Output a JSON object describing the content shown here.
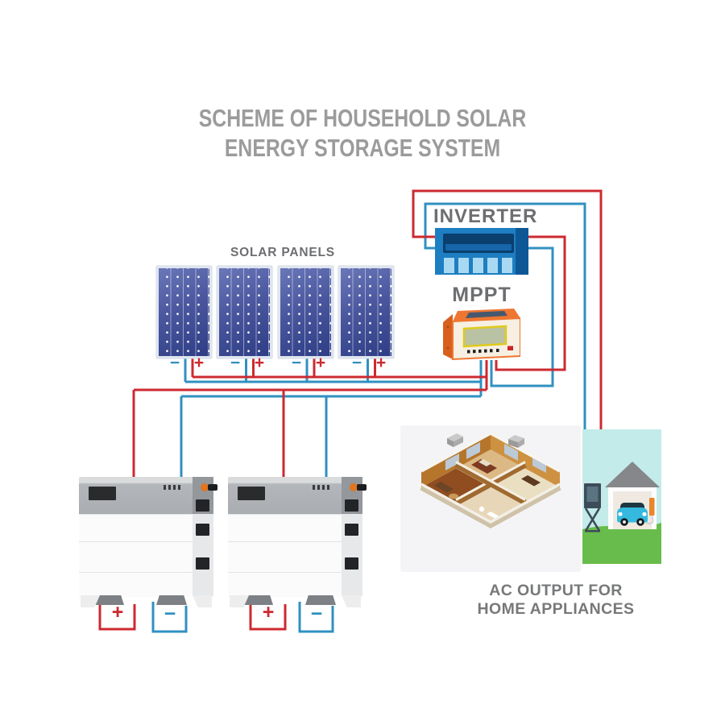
{
  "title": {
    "line1": "SCHEME OF HOUSEHOLD SOLAR",
    "line2": "ENERGY STORAGE SYSTEM"
  },
  "solar": {
    "label": "SOLAR PANELS",
    "panels": [
      {
        "minus": "−",
        "plus": "+"
      },
      {
        "minus": "−",
        "plus": "+"
      },
      {
        "minus": "−",
        "plus": "+"
      },
      {
        "minus": "−",
        "plus": "+"
      }
    ]
  },
  "inverter": {
    "label": "INVERTER"
  },
  "mppt": {
    "label": "MPPT"
  },
  "batteries": [
    {
      "plus": "+",
      "minus": "−"
    },
    {
      "plus": "+",
      "minus": "−"
    }
  ],
  "ac_output": {
    "line1": "AC OUTPUT FOR",
    "line2": "HOME APPLIANCES"
  },
  "colors": {
    "wire_positive": "#cc2a30",
    "wire_negative": "#3090c0",
    "title_text": "#9b9b9b",
    "label_text": "#6d6e71",
    "ac_text": "#77787a",
    "panel_blue_dark": "#2e3d85",
    "panel_blue_light": "#6a77b8",
    "inverter_blue": "#1d7ec2",
    "inverter_blue_dark": "#0e5796",
    "inverter_screen": "#0a3f6e",
    "inverter_button": "#a9d9f2",
    "mppt_orange": "#ef7631",
    "mppt_face": "#f6efe2",
    "mppt_screen": "#b9c3a4",
    "mppt_screen_border": "#e0cb1c",
    "battery_gray": "#b3b6ba",
    "battery_white": "#fbfbfc",
    "garage_sky": "#c3ebe9",
    "garage_grass": "#68bc4b",
    "garage_roof": "#85878a",
    "car_blue": "#35b9de",
    "house_bg": "#f4f4f6"
  }
}
